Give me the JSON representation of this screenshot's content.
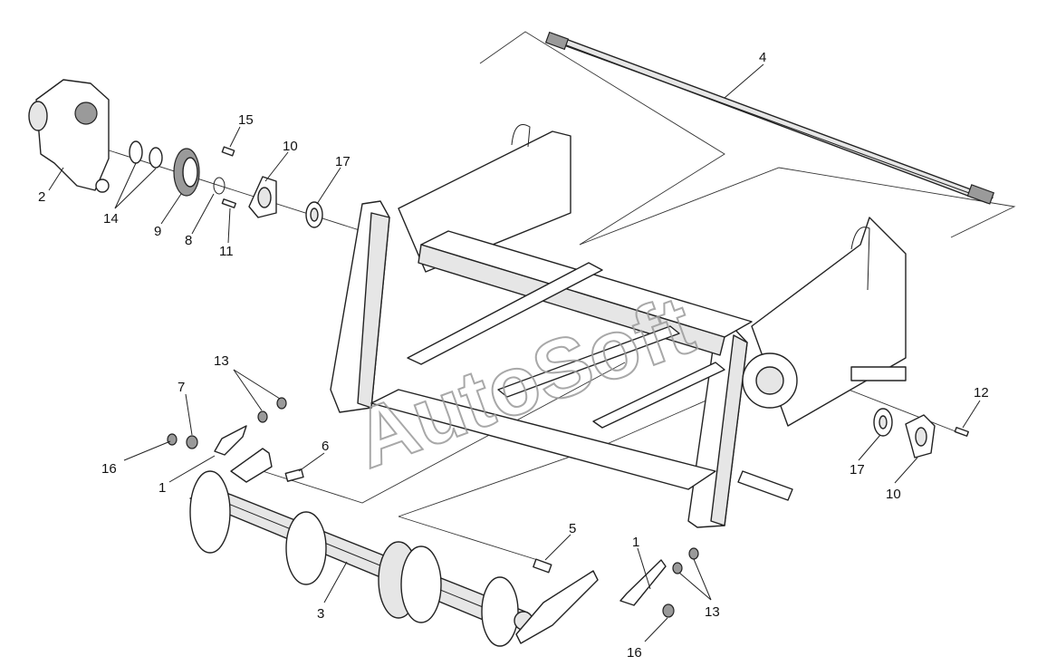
{
  "watermark": "AutoSoft",
  "callouts": [
    {
      "id": "c4",
      "label": "4"
    },
    {
      "id": "c15",
      "label": "15"
    },
    {
      "id": "c10a",
      "label": "10"
    },
    {
      "id": "c17a",
      "label": "17"
    },
    {
      "id": "c2",
      "label": "2"
    },
    {
      "id": "c14",
      "label": "14"
    },
    {
      "id": "c9",
      "label": "9"
    },
    {
      "id": "c8",
      "label": "8"
    },
    {
      "id": "c11",
      "label": "11"
    },
    {
      "id": "c13a",
      "label": "13"
    },
    {
      "id": "c7",
      "label": "7"
    },
    {
      "id": "c16a",
      "label": "16"
    },
    {
      "id": "c1a",
      "label": "1"
    },
    {
      "id": "c6",
      "label": "6"
    },
    {
      "id": "c3",
      "label": "3"
    },
    {
      "id": "c5",
      "label": "5"
    },
    {
      "id": "c1b",
      "label": "1"
    },
    {
      "id": "c13b",
      "label": "13"
    },
    {
      "id": "c16b",
      "label": "16"
    },
    {
      "id": "c12",
      "label": "12"
    },
    {
      "id": "c17b",
      "label": "17"
    },
    {
      "id": "c10b",
      "label": "10"
    }
  ]
}
